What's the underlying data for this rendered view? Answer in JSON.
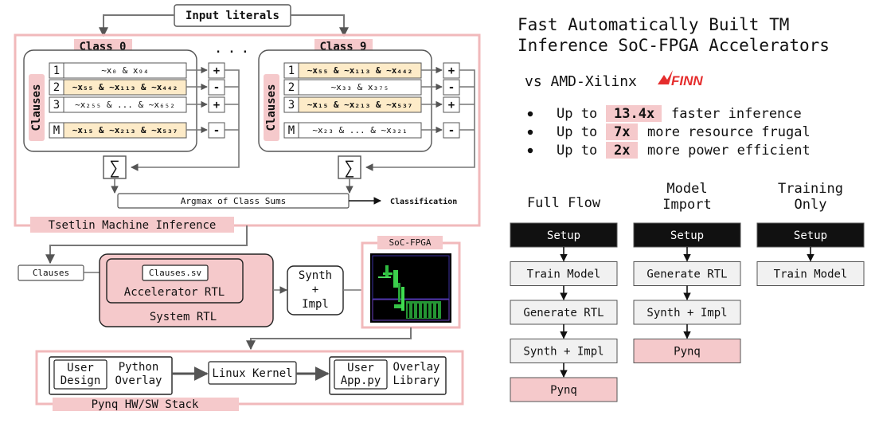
{
  "colors": {
    "pink": "#f5c9cb",
    "pink_frame": "#f1b9bb",
    "cream": "#fdebc8",
    "dark": "#111111",
    "light_box": "#f1f1f1",
    "finn_red": "#e52d2d"
  },
  "diagram": {
    "input_literals": "Input literals",
    "ellipsis": ". . .",
    "clauses_vertical": "Clauses",
    "class0": {
      "title": "Class 0",
      "rows": [
        {
          "index": "1",
          "expr": "~x₀ & x₉₄",
          "sign": "+",
          "highlight": false
        },
        {
          "index": "2",
          "expr": "~x₅₅ & ~x₁₁₃ & ~x₄₄₂",
          "sign": "-",
          "highlight": true
        },
        {
          "index": "3",
          "expr": "~x₂₅₅ & ... & ~x₆₅₂",
          "sign": "+",
          "highlight": false
        },
        {
          "index": "M",
          "expr": "~x₁₅ & ~x₂₁₃ & ~x₅₃₇",
          "sign": "-",
          "highlight": true
        }
      ]
    },
    "class9": {
      "title": "Class 9",
      "rows": [
        {
          "index": "1",
          "expr": "~x₅₅ & ~x₁₁₃ & ~x₄₄₂",
          "sign": "+",
          "highlight": true
        },
        {
          "index": "2",
          "expr": "~x₃₃ & x₃₇₅",
          "sign": "-",
          "highlight": false
        },
        {
          "index": "3",
          "expr": "~x₁₅ & ~x₂₁₃ & ~x₅₃₇",
          "sign": "+",
          "highlight": true
        },
        {
          "index": "M",
          "expr": "~x₂₃ & ... & ~x₃₂₁",
          "sign": "-",
          "highlight": false
        }
      ]
    },
    "sum_symbol": "∑",
    "argmax": "Argmax of Class Sums",
    "classification": "Classification",
    "tm_inference": "Tsetlin Machine Inference",
    "clauses_box": "Clauses",
    "clauses_sv": "Clauses.sv",
    "accelerator_rtl": "Accelerator RTL",
    "system_rtl": "System RTL",
    "synth_lines": [
      "Synth",
      "+",
      "Impl"
    ],
    "soc_fpga": "SoC-FPGA",
    "user_design": [
      "User",
      "Design"
    ],
    "python_overlay": [
      "Python",
      "Overlay"
    ],
    "linux_kernel": "Linux Kernel",
    "user_app": [
      "User",
      "App.py"
    ],
    "overlay_library": [
      "Overlay",
      "Library"
    ],
    "pynq_stack": "Pynq HW/SW Stack"
  },
  "header": {
    "title_lines": [
      "Fast Automatically Built TM",
      "Inference SoC-FPGA Accelerators"
    ],
    "vs": "vs AMD-Xilinx",
    "finn_logo": "FINN"
  },
  "bullets": [
    {
      "prefix": "Up to",
      "value": "13.4x",
      "suffix": "faster inference"
    },
    {
      "prefix": "Up to",
      "value": "7x",
      "suffix": "more resource frugal"
    },
    {
      "prefix": "Up to",
      "value": "2x",
      "suffix": "more power efficient"
    }
  ],
  "flows": [
    {
      "title_lines": [
        "Full Flow"
      ],
      "steps": [
        "Setup",
        "Train Model",
        "Generate RTL",
        "Synth + Impl",
        "Pynq"
      ]
    },
    {
      "title_lines": [
        "Model",
        "Import"
      ],
      "steps": [
        "Setup",
        "Generate RTL",
        "Synth + Impl",
        "Pynq"
      ]
    },
    {
      "title_lines": [
        "Training",
        "Only"
      ],
      "steps": [
        "Setup",
        "Train Model"
      ]
    }
  ]
}
